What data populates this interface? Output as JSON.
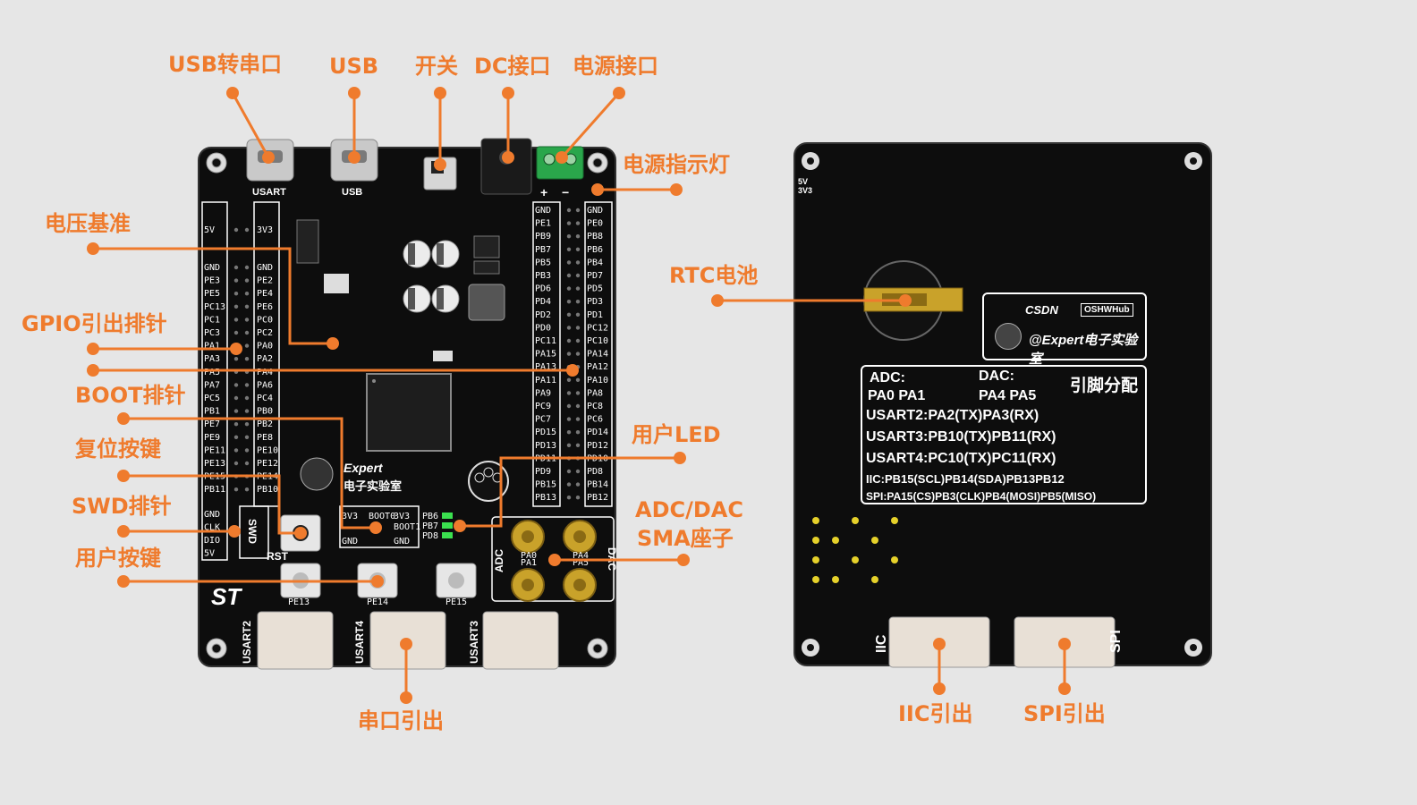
{
  "labels": {
    "usb_serial": "USB转串口",
    "usb": "USB",
    "switch": "开关",
    "dc": "DC接口",
    "power_port": "电源接口",
    "power_led": "电源指示灯",
    "vref": "电压基准",
    "gpio": "GPIO引出排针",
    "boot": "BOOT排针",
    "reset": "复位按键",
    "swd": "SWD排针",
    "user_key": "用户按键",
    "user_led": "用户LED",
    "adc_dac": "ADC/DAC",
    "sma": "SMA座子",
    "rtc": "RTC电池",
    "uart_out": "串口引出",
    "iic_out": "IIC引出",
    "spi_out": "SPI引出"
  },
  "front": {
    "usart_silk": "USART",
    "usb_silk": "USB",
    "left_header": [
      "5V",
      "3V3",
      "GND",
      "GND",
      "PE3",
      "PE2",
      "PE5",
      "PE4",
      "PC13",
      "PE6",
      "PC1",
      "PC0",
      "PC3",
      "PC2",
      "PA1",
      "PA0",
      "PA3",
      "PA2",
      "PA5",
      "PA4",
      "PA7",
      "PA6",
      "PC5",
      "PC4",
      "PB1",
      "PB0",
      "PE7",
      "PB2",
      "PE9",
      "PE8",
      "PE11",
      "PE10",
      "PE13",
      "PE12",
      "PE15",
      "PE14",
      "PB11",
      "PB10"
    ],
    "swd_pins": [
      "GND",
      "CLK",
      "DIO",
      "5V"
    ],
    "swd_silk": "SWD",
    "right_header": [
      "GND",
      "GND",
      "PE1",
      "PE0",
      "PB9",
      "PB8",
      "PB7",
      "PB6",
      "PB5",
      "PB4",
      "PB3",
      "PD7",
      "PD6",
      "PD5",
      "PD4",
      "PD3",
      "PD2",
      "PD1",
      "PD0",
      "PC12",
      "PC11",
      "PC10",
      "PA15",
      "PA14",
      "PA13",
      "PA12",
      "PA11",
      "PA10",
      "PA9",
      "PA8",
      "PC9",
      "PC8",
      "PC7",
      "PC6",
      "PD15",
      "PD14",
      "PD13",
      "PD12",
      "PD11",
      "PD10",
      "PD9",
      "PD8",
      "PB15",
      "PB14",
      "PB13",
      "PB12"
    ],
    "boot_pins": [
      "3V3",
      "BOOT0",
      "BOOT1",
      "3V3",
      "GND",
      "GND"
    ],
    "leds": [
      "PB6",
      "PB7",
      "PD8"
    ],
    "buttons": [
      "RST",
      "PE13",
      "PE14",
      "PE15"
    ],
    "usart_ports": [
      "USART2",
      "USART4",
      "USART3"
    ],
    "sma_silk": [
      "ADC",
      "DAC",
      "PA0",
      "PA4",
      "PA1",
      "PA5"
    ],
    "brand": "Expert",
    "brand_cn": "电子实验室"
  },
  "back": {
    "voltage_silk": [
      "5V",
      "3V3"
    ],
    "social": "CSDN",
    "oshw": "OSHWHub",
    "author": "@Expert电子实验室",
    "table_title": "引脚分配",
    "adc_head": "ADC:",
    "adc_pins": "PA0 PA1",
    "dac_head": "DAC:",
    "dac_pins": "PA4 PA5",
    "lines": [
      "USART2:PA2(TX)PA3(RX)",
      "USART3:PB10(TX)PB11(RX)",
      "USART4:PC10(TX)PC11(RX)",
      "IIC:PB15(SCL)PB14(SDA)PB13PB12",
      "SPI:PA15(CS)PB3(CLK)PB4(MOSI)PB5(MISO)"
    ],
    "iic_silk": "IIC",
    "spi_silk": "SPI"
  },
  "colors": {
    "accent": "#ef7b2d",
    "board": "#0d0d0d",
    "background": "#e6e6e6",
    "gold": "#d4a520"
  }
}
